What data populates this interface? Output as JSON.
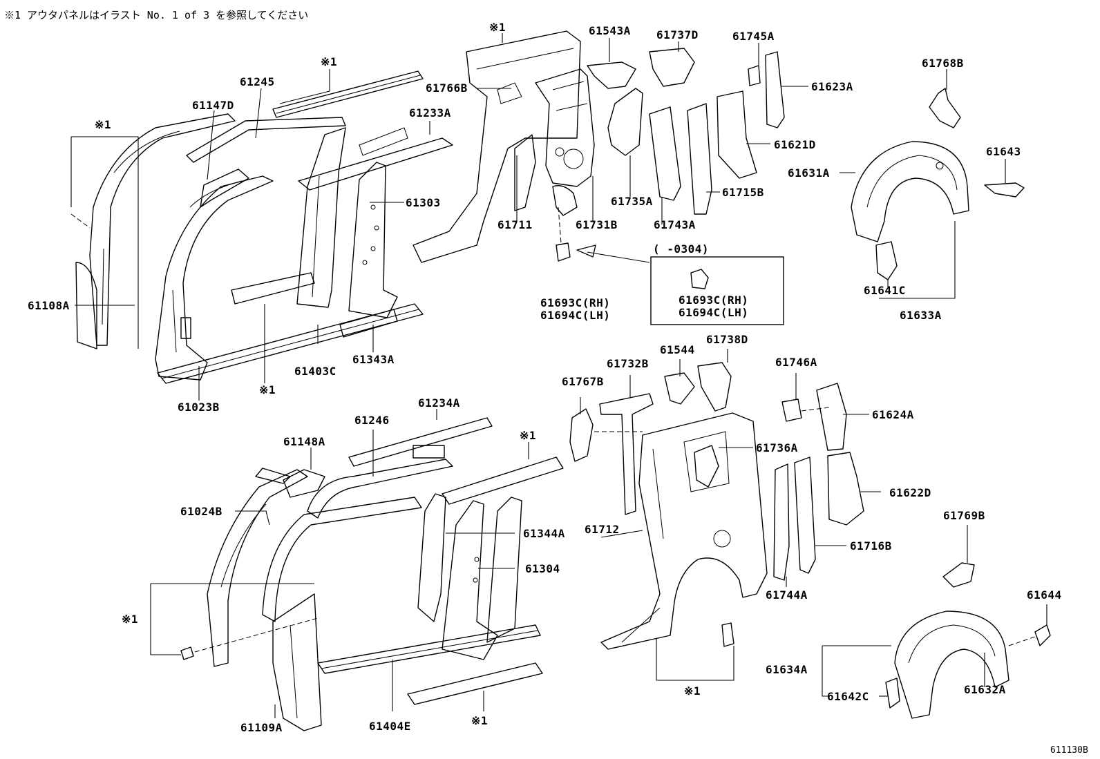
{
  "header_note": "※1 アウタパネルはイラスト No. 1 of 3 を参照してください",
  "figure_ref": "611130B",
  "callout_mark": "※1",
  "inset": {
    "range": "(      -0304)",
    "rh": "61693C(RH)",
    "lh": "61694C(LH)"
  },
  "labels": {
    "p61543A": "61543A",
    "p61737D": "61737D",
    "p61745A": "61745A",
    "p61768B": "61768B",
    "p61245": "61245",
    "p61147D": "61147D",
    "p61766B": "61766B",
    "p61233A": "61233A",
    "p61623A": "61623A",
    "p61621D": "61621D",
    "p61643": "61643",
    "p61631A": "61631A",
    "p61303": "61303",
    "p61735A": "61735A",
    "p61715B": "61715B",
    "p61711": "61711",
    "p61731B": "61731B",
    "p61743A": "61743A",
    "p61108A": "61108A",
    "p61693C_RH": "61693C(RH)",
    "p61694C_LH": "61694C(LH)",
    "p61641C": "61641C",
    "p61633A": "61633A",
    "p61343A": "61343A",
    "p61403C": "61403C",
    "p61023B": "61023B",
    "p61544": "61544",
    "p61738D": "61738D",
    "p61746A": "61746A",
    "p61732B": "61732B",
    "p61767B": "61767B",
    "p61234A": "61234A",
    "p61246": "61246",
    "p61624A": "61624A",
    "p61148A": "61148A",
    "p61736A": "61736A",
    "p61024B": "61024B",
    "p61622D": "61622D",
    "p61344A": "61344A",
    "p61712": "61712",
    "p61769B": "61769B",
    "p61304": "61304",
    "p61716B": "61716B",
    "p61644": "61644",
    "p61744A": "61744A",
    "p61634A": "61634A",
    "p61642C": "61642C",
    "p61632A": "61632A",
    "p61109A": "61109A",
    "p61404E": "61404E"
  }
}
